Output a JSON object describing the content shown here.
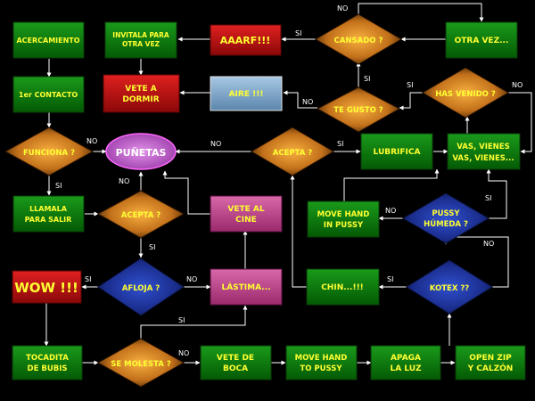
{
  "colors": {
    "background": "#000000",
    "green": "#0b7a0b",
    "red": "#c41010",
    "steel": "#7aa6c8",
    "pink": "#c0448c",
    "orange": "#e6921e",
    "blue": "#1f3ca8",
    "yellow_text": "#ffff33",
    "white_text": "#ffffff"
  },
  "nodes": {
    "acercamiento": "ACERCAMIENTO",
    "invitala": [
      "INVITALA PARA",
      "OTRA VEZ"
    ],
    "aaarf": "AAARF!!!",
    "cansado": "CANSADO ?",
    "otra_vez": "OTRA VEZ...",
    "primer_contacto": "1er CONTACTO",
    "vete_dormir": [
      "VETE A",
      "DORMIR"
    ],
    "aire": "AIRE !!!",
    "te_gusto": "TE GUSTO ?",
    "has_venido": "HAS VENIDO ?",
    "funciona": "FUNCIONA ?",
    "punetas": "PUÑETAS",
    "acepta_top": "ACEPTA ?",
    "lubrifica": "LUBRIFICA",
    "vas_vienes": [
      "VAS, VIENES",
      "VAS, VIENES..."
    ],
    "llamala": [
      "LLAMALA",
      "PARA SALIR"
    ],
    "acepta_mid": "ACEPTA ?",
    "vete_cine": [
      "VETE AL",
      "CINE"
    ],
    "move_hand_pussy": [
      "MOVE HAND",
      "IN PUSSY"
    ],
    "pussy_humeda": [
      "PUSSY",
      "HÚMEDA ?"
    ],
    "wow": "WOW !!!",
    "afloja": "AFLOJA ?",
    "lastima": "LÁSTIMA...",
    "chin": "CHIN...!!!",
    "kotex": "KOTEX ??",
    "tocadita": [
      "TOCADITA",
      "DE BUBIS"
    ],
    "se_molesta": "SE MOLESTA ?",
    "vete_boca": [
      "VETE DE",
      "BOCA"
    ],
    "move_hand_to": [
      "MOVE HAND",
      "TO PUSSY"
    ],
    "apaga": [
      "APAGA",
      "LA LUZ"
    ],
    "open_zip": [
      "OPEN ZIP",
      "Y CALZÓN"
    ]
  },
  "edge_labels": {
    "si": "SI",
    "no": "NO"
  }
}
